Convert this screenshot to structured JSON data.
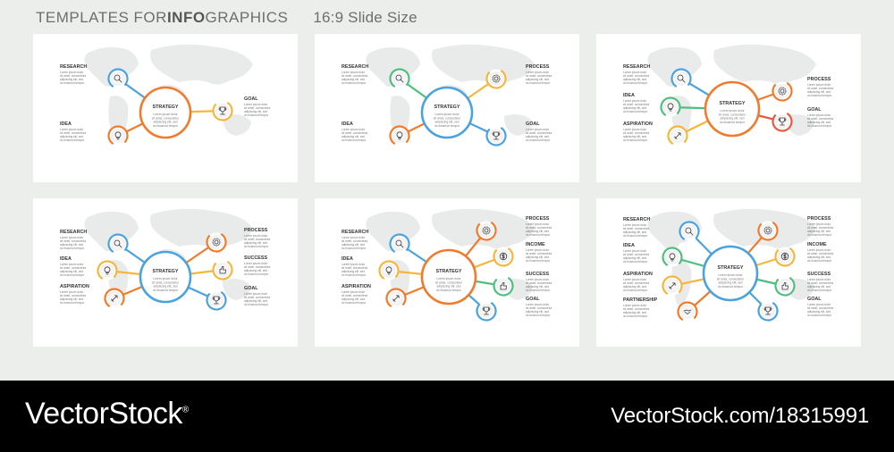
{
  "header": {
    "title_prefix": "TEMPLATES FOR ",
    "title_bold": "INFO",
    "title_suffix": "GRAPHICS",
    "slide_size": "16:9 Slide Size"
  },
  "center_label": "STRATEGY",
  "colors": {
    "blue": "#4aa3df",
    "orange": "#f07b2c",
    "yellow": "#f5b63c",
    "green": "#4fbf7f",
    "red": "#e9573f",
    "map": "#e9eaea"
  },
  "slides": [
    {
      "nodes": [
        {
          "label": "RESEARCH",
          "color": "blue",
          "icon": "search-icon"
        },
        {
          "label": "IDEA",
          "color": "orange",
          "icon": "lightbulb-icon"
        },
        {
          "label": "GOAL",
          "color": "yellow",
          "icon": "trophy-icon"
        }
      ]
    },
    {
      "nodes": [
        {
          "label": "RESEARCH",
          "color": "green",
          "icon": "search-icon"
        },
        {
          "label": "IDEA",
          "color": "orange",
          "icon": "lightbulb-icon"
        },
        {
          "label": "PROCESS",
          "color": "yellow",
          "icon": "gear-icon"
        },
        {
          "label": "GOAL",
          "color": "blue",
          "icon": "trophy-icon"
        }
      ]
    },
    {
      "nodes": [
        {
          "label": "RESEARCH",
          "color": "blue",
          "icon": "search-icon"
        },
        {
          "label": "IDEA",
          "color": "green",
          "icon": "lightbulb-icon"
        },
        {
          "label": "ASPIRATION",
          "color": "yellow",
          "icon": "rocket-icon"
        },
        {
          "label": "PROCESS",
          "color": "orange",
          "icon": "gear-icon"
        },
        {
          "label": "GOAL",
          "color": "red",
          "icon": "trophy-icon"
        }
      ]
    },
    {
      "nodes": [
        {
          "label": "RESEARCH",
          "color": "blue",
          "icon": "search-icon"
        },
        {
          "label": "IDEA",
          "color": "yellow",
          "icon": "lightbulb-icon"
        },
        {
          "label": "ASPIRATION",
          "color": "orange",
          "icon": "rocket-icon"
        },
        {
          "label": "PROCESS",
          "color": "orange",
          "icon": "gear-icon"
        },
        {
          "label": "SUCCESS",
          "color": "yellow",
          "icon": "thumbs-up-icon"
        },
        {
          "label": "GOAL",
          "color": "blue",
          "icon": "trophy-icon"
        }
      ]
    },
    {
      "nodes": [
        {
          "label": "RESEARCH",
          "color": "blue",
          "icon": "search-icon"
        },
        {
          "label": "IDEA",
          "color": "yellow",
          "icon": "lightbulb-icon"
        },
        {
          "label": "ASPIRATION",
          "color": "orange",
          "icon": "rocket-icon"
        },
        {
          "label": "PROCESS",
          "color": "orange",
          "icon": "gear-icon"
        },
        {
          "label": "INCOME",
          "color": "yellow",
          "icon": "dollar-icon"
        },
        {
          "label": "SUCCESS",
          "color": "green",
          "icon": "thumbs-up-icon"
        },
        {
          "label": "GOAL",
          "color": "blue",
          "icon": "trophy-icon"
        }
      ]
    },
    {
      "nodes": [
        {
          "label": "RESEARCH",
          "color": "blue",
          "icon": "search-icon"
        },
        {
          "label": "IDEA",
          "color": "green",
          "icon": "lightbulb-icon"
        },
        {
          "label": "ASPIRATION",
          "color": "yellow",
          "icon": "rocket-icon"
        },
        {
          "label": "PARTNERSHIP",
          "color": "orange",
          "icon": "handshake-icon"
        },
        {
          "label": "PROCESS",
          "color": "orange",
          "icon": "gear-icon"
        },
        {
          "label": "INCOME",
          "color": "yellow",
          "icon": "dollar-icon"
        },
        {
          "label": "SUCCESS",
          "color": "green",
          "icon": "thumbs-up-icon"
        },
        {
          "label": "GOAL",
          "color": "blue",
          "icon": "trophy-icon"
        }
      ]
    }
  ],
  "footer": {
    "brand": "VectorStock",
    "brand_mark": "®",
    "url": "VectorStock.com/18315991"
  }
}
